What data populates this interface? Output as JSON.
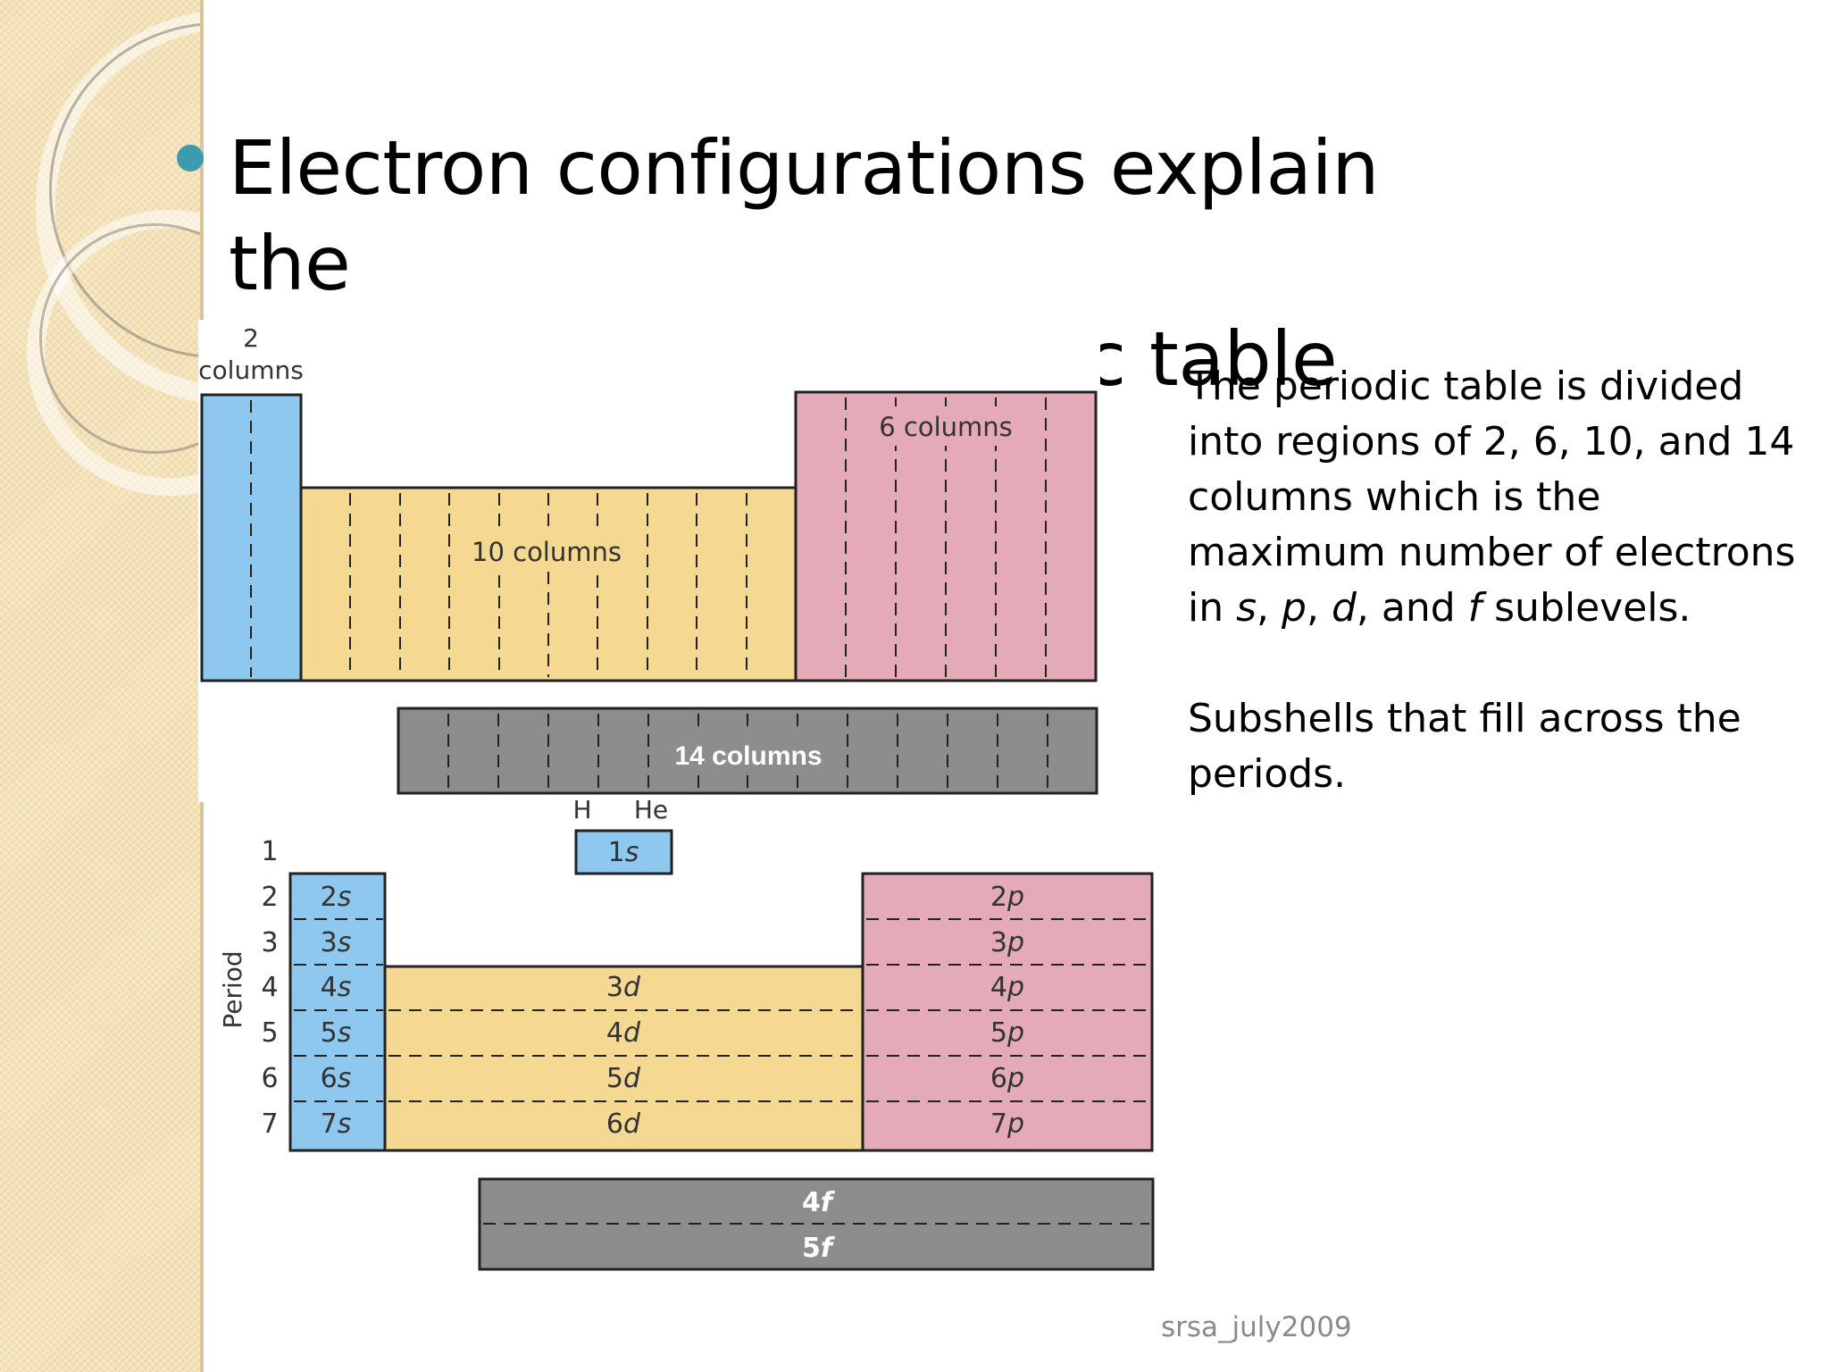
{
  "slide": {
    "title_line1": "Electron configurations explain the",
    "title_line2": "structure of the periodic table",
    "footer": "srsa_july2009",
    "bullet_color": "#3d9bb0"
  },
  "info": {
    "para1": {
      "line1": "The periodic table is divided",
      "line2": "into regions of 2, 6, 10, and 14",
      "line3": "columns which is the",
      "line4": "maximum number of electrons",
      "in": "in ",
      "s": "s",
      "c1": ", ",
      "p": "p",
      "c2": ", ",
      "d": "d",
      "and": ", and ",
      "f": "f",
      "tail": " sublevels."
    },
    "para2": {
      "line1": "Subshells that fill across the",
      "line2": "periods."
    }
  },
  "colors": {
    "s_block": "#8ec8ee",
    "d_block": "#f5d891",
    "p_block": "#e4aab8",
    "f_block": "#8d8d8d"
  },
  "top_diagram": {
    "s_label_number": "2",
    "s_label_word": "columns",
    "d_label": "10 columns",
    "p_label": "6 columns",
    "f_label": "14 columns"
  },
  "bottom_diagram": {
    "axis_label": "Period",
    "h_label": "H",
    "he_label": "He",
    "one_s": {
      "n": "1",
      "l": "s"
    },
    "periods": [
      "1",
      "2",
      "3",
      "4",
      "5",
      "6",
      "7"
    ],
    "s_cells": [
      {
        "n": "2",
        "l": "s"
      },
      {
        "n": "3",
        "l": "s"
      },
      {
        "n": "4",
        "l": "s"
      },
      {
        "n": "5",
        "l": "s"
      },
      {
        "n": "6",
        "l": "s"
      },
      {
        "n": "7",
        "l": "s"
      }
    ],
    "d_cells": [
      {
        "n": "3",
        "l": "d"
      },
      {
        "n": "4",
        "l": "d"
      },
      {
        "n": "5",
        "l": "d"
      },
      {
        "n": "6",
        "l": "d"
      }
    ],
    "p_cells": [
      {
        "n": "2",
        "l": "p"
      },
      {
        "n": "3",
        "l": "p"
      },
      {
        "n": "4",
        "l": "p"
      },
      {
        "n": "5",
        "l": "p"
      },
      {
        "n": "6",
        "l": "p"
      },
      {
        "n": "7",
        "l": "p"
      }
    ],
    "f_cells": [
      {
        "n": "4",
        "l": "f"
      },
      {
        "n": "5",
        "l": "f"
      }
    ]
  }
}
